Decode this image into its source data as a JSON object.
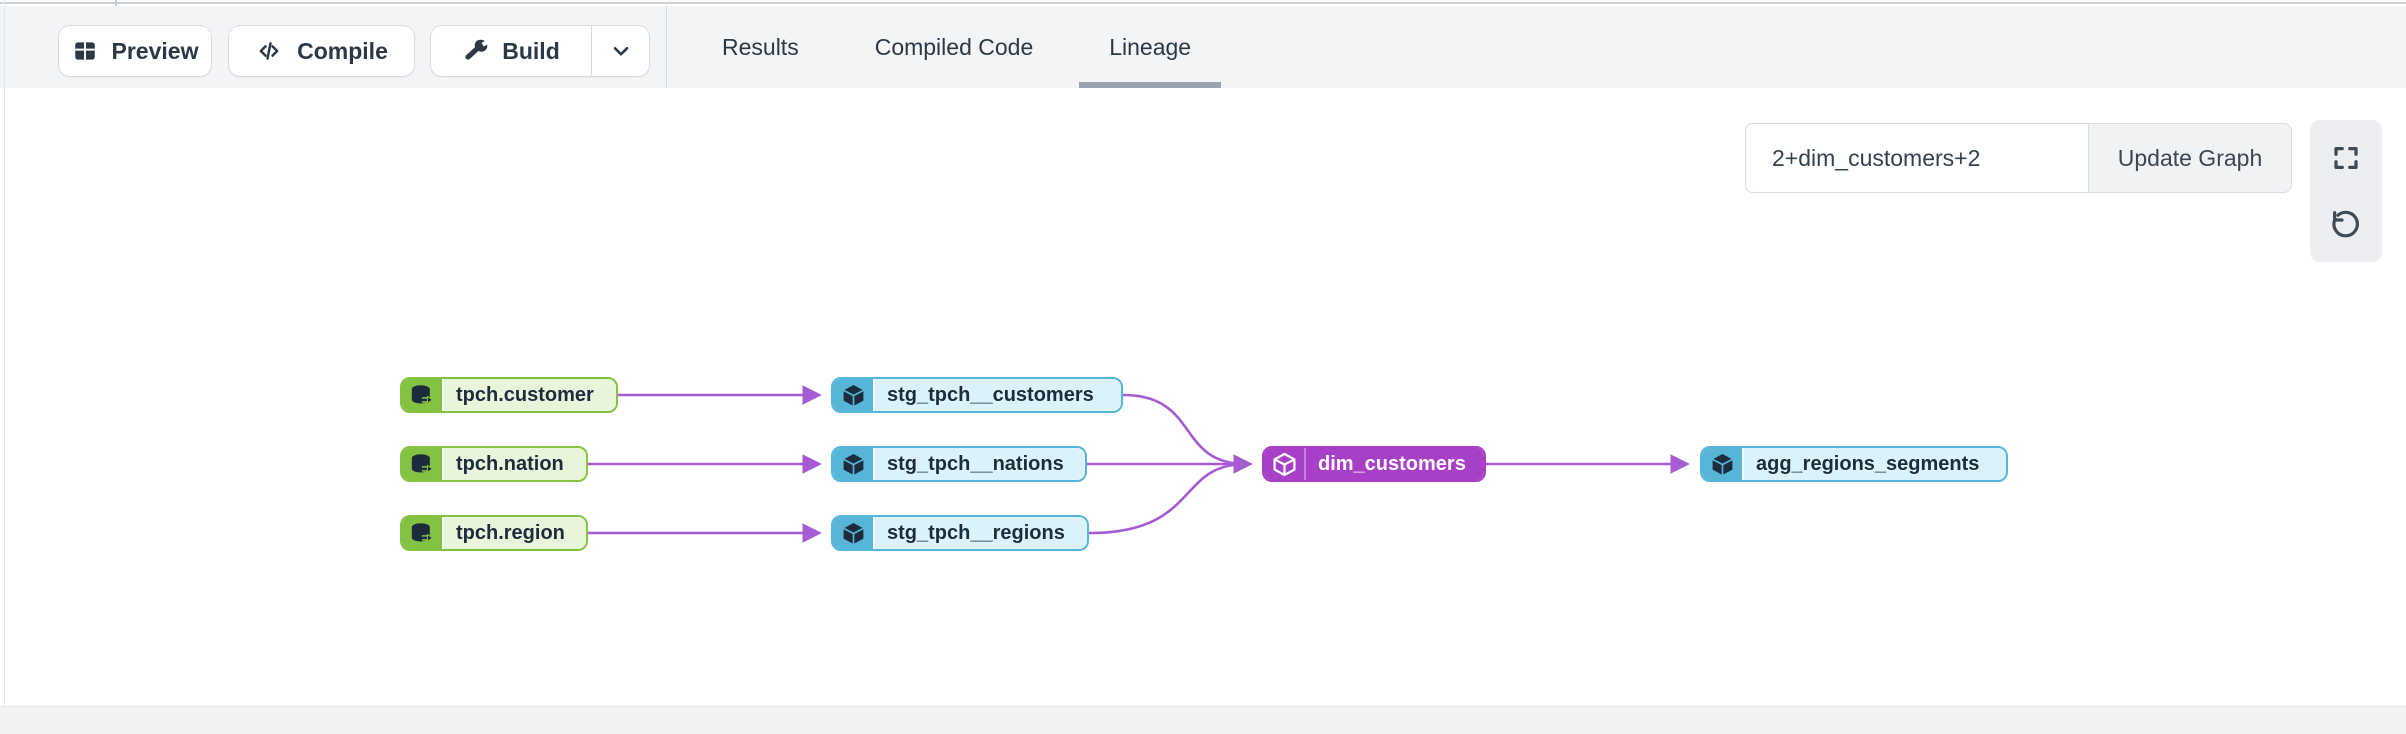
{
  "toolbar": {
    "buttons": [
      {
        "label": "Preview",
        "icon": "table-grid-icon"
      },
      {
        "label": "Compile",
        "icon": "code-icon"
      },
      {
        "label": "Build",
        "icon": "hammer-icon",
        "has_dropdown": true
      }
    ]
  },
  "tabs": [
    {
      "label": "Results",
      "active": false
    },
    {
      "label": "Compiled Code",
      "active": false
    },
    {
      "label": "Lineage",
      "active": true
    }
  ],
  "lineage_panel": {
    "selector_input": {
      "value": "2+dim_customers+2"
    },
    "update_button_label": "Update Graph",
    "controls": [
      {
        "icon": "fullscreen-icon"
      },
      {
        "icon": "rotate-ccw-icon"
      }
    ]
  },
  "graph": {
    "nodes": [
      {
        "id": "tpch.customer",
        "label": "tpch.customer",
        "type": "source",
        "icon": "database-icon"
      },
      {
        "id": "tpch.nation",
        "label": "tpch.nation",
        "type": "source",
        "icon": "database-icon"
      },
      {
        "id": "tpch.region",
        "label": "tpch.region",
        "type": "source",
        "icon": "database-icon"
      },
      {
        "id": "stg_tpch__customers",
        "label": "stg_tpch__customers",
        "type": "model",
        "icon": "cube-icon"
      },
      {
        "id": "stg_tpch__nations",
        "label": "stg_tpch__nations",
        "type": "model",
        "icon": "cube-icon"
      },
      {
        "id": "stg_tpch__regions",
        "label": "stg_tpch__regions",
        "type": "model",
        "icon": "cube-icon"
      },
      {
        "id": "dim_customers",
        "label": "dim_customers",
        "type": "model-selected",
        "icon": "cube-icon"
      },
      {
        "id": "agg_regions_segments",
        "label": "agg_regions_segments",
        "type": "model",
        "icon": "cube-icon"
      }
    ],
    "edges": [
      {
        "from": "tpch.customer",
        "to": "stg_tpch__customers"
      },
      {
        "from": "tpch.nation",
        "to": "stg_tpch__nations"
      },
      {
        "from": "tpch.region",
        "to": "stg_tpch__regions"
      },
      {
        "from": "stg_tpch__customers",
        "to": "dim_customers"
      },
      {
        "from": "stg_tpch__nations",
        "to": "dim_customers"
      },
      {
        "from": "stg_tpch__regions",
        "to": "dim_customers"
      },
      {
        "from": "dim_customers",
        "to": "agg_regions_segments"
      }
    ]
  },
  "colors": {
    "source_green": "#84c342",
    "source_green_bg": "#e9f5da",
    "model_blue": "#57b6d8",
    "model_blue_bg": "#dbf2fb",
    "selected_purple": "#a83fc7",
    "edge_purple": "#a75bd3",
    "text_navy": "#1d2c3d"
  }
}
